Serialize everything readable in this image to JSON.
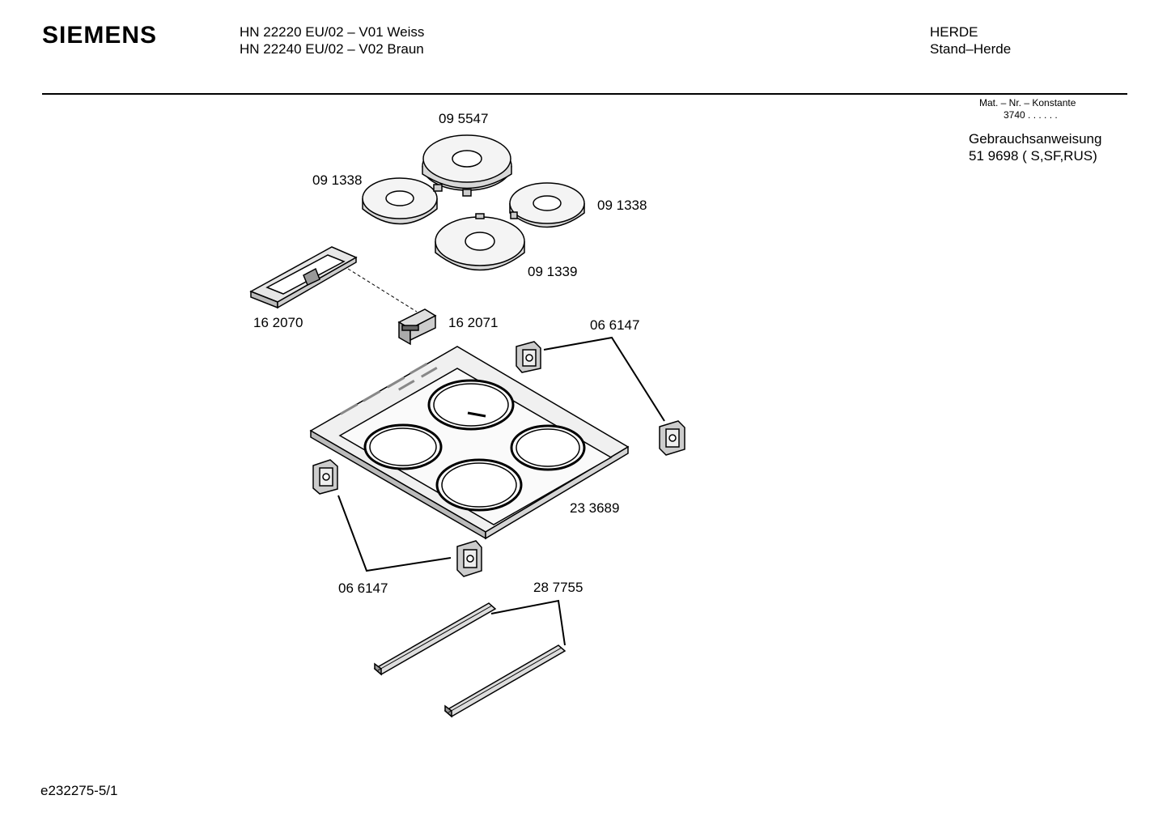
{
  "header": {
    "brand": "SIEMENS",
    "models": [
      "HN 22220 EU/02 – V01 Weiss",
      "HN 22240 EU/02 – V02 Braun"
    ],
    "category": [
      "HERDE",
      "Stand–Herde"
    ]
  },
  "side_info": {
    "mat_label": "Mat. – Nr. – Konstante",
    "mat_value": "3740 . .   . . . .",
    "manual_title": "Gebrauchsanweisung",
    "manual_number": "51 9698 ( S,SF,RUS)"
  },
  "parts": {
    "burner_top": "09 5547",
    "burner_left": "09 1338",
    "burner_right": "09 1338",
    "burner_front": "09 1339",
    "control_panel": "16 2070",
    "switch_part": "16 2071",
    "clip_top": "06 6147",
    "hob_frame": "23 3689",
    "clip_bottom": "06 6147",
    "rail": "28 7755"
  },
  "footer": {
    "doc_id": "e232275-5/1"
  }
}
